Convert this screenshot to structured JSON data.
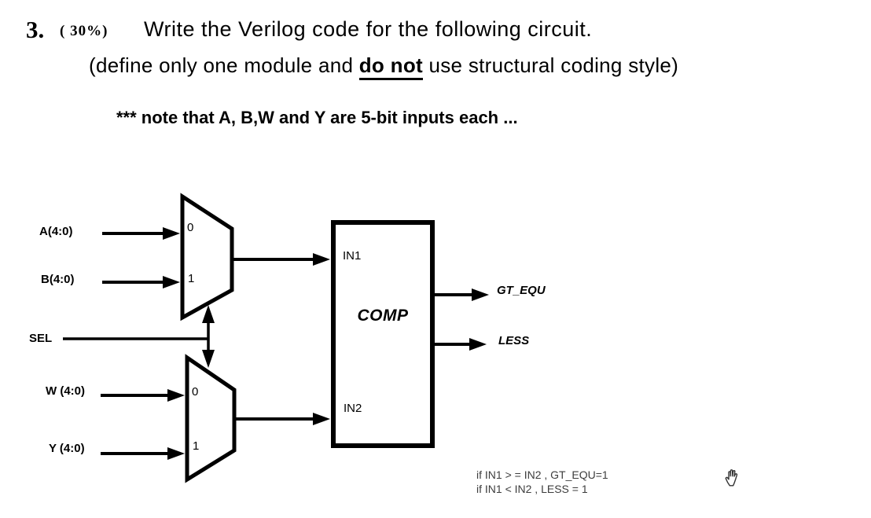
{
  "header": {
    "question_number": "3.",
    "points": "( 30%)",
    "title": "Write the Verilog code for the following circuit.",
    "subtitle_prefix": "(define only one module and ",
    "subtitle_emphasis": "do not",
    "subtitle_suffix": " use structural coding style)",
    "note": "*** note that A, B,W and Y are 5-bit inputs each ..."
  },
  "circuit": {
    "mux1": {
      "input0": "A(4:0)",
      "input1": "B(4:0)",
      "port0": "0",
      "port1": "1"
    },
    "mux2": {
      "input0": "W (4:0)",
      "input1": "Y (4:0)",
      "port0": "0",
      "port1": "1"
    },
    "select": "SEL",
    "comparator": {
      "name": "COMP",
      "in1": "IN1",
      "in2": "IN2",
      "out_gt_equ": "GT_EQU",
      "out_less": "LESS"
    }
  },
  "annotation": {
    "line1": "if IN1 > = IN2 , GT_EQU=1",
    "line2": "if IN1 < IN2 , LESS = 1"
  },
  "colors": {
    "ink": "#000000",
    "note_text": "#3d3d3d"
  }
}
